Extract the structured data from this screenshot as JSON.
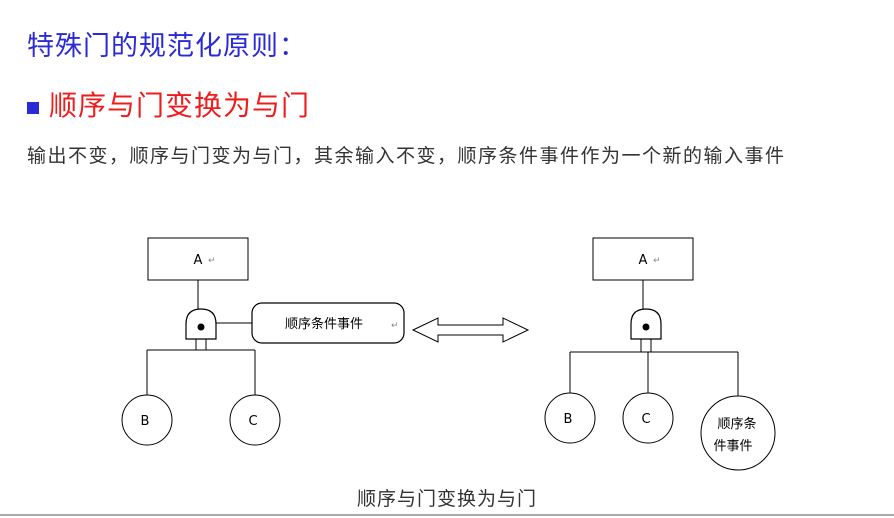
{
  "title": "特殊门的规范化原则：",
  "subtitle": "顺序与门变换为与门",
  "description": "输出不变，顺序与门变为与门，其余输入不变，顺序条件事件作为一个新的输入事件",
  "caption": "顺序与门变换为与门",
  "colors": {
    "title": "#2b2bd6",
    "subtitle": "#ee1c1c",
    "text": "#333333"
  },
  "diagram": {
    "left": {
      "top_event": "A",
      "inputs": [
        "B",
        "C"
      ],
      "condition_event": "顺序条件事件"
    },
    "right": {
      "top_event": "A",
      "inputs": [
        "B",
        "C"
      ],
      "new_input_line1": "顺序条",
      "new_input_line2": "件事件"
    }
  }
}
